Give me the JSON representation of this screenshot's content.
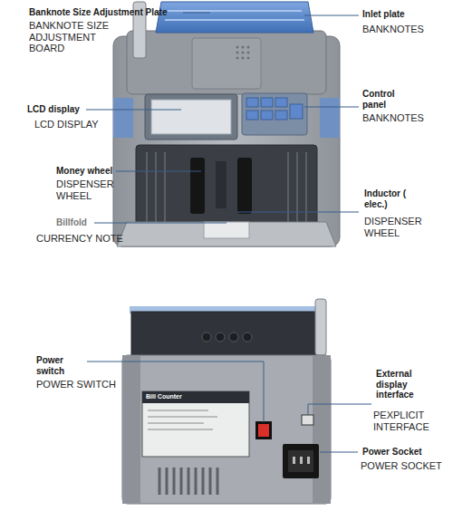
{
  "diagram": {
    "labels": [
      "Banknote Size Adjustment Plate",
      "BANKNOTE SIZE ADJUSTMENT BOARD",
      "Inlet plate",
      "BANKNOTES",
      "LCD display",
      "LCD DISPLAY",
      "Control panel",
      "BANKNOTES",
      "Money wheel",
      "DISPENSER WHEEL",
      "Inductor ( elec.)",
      "DISPENSER WHEEL",
      "Billfold",
      "CURRENCY NOTE",
      "Power switch",
      "POWER SWITCH",
      "External display interface",
      "PEXPLICIT INTERFACE",
      "Power Socket",
      "POWER SOCKET",
      "Bill Counter"
    ]
  }
}
